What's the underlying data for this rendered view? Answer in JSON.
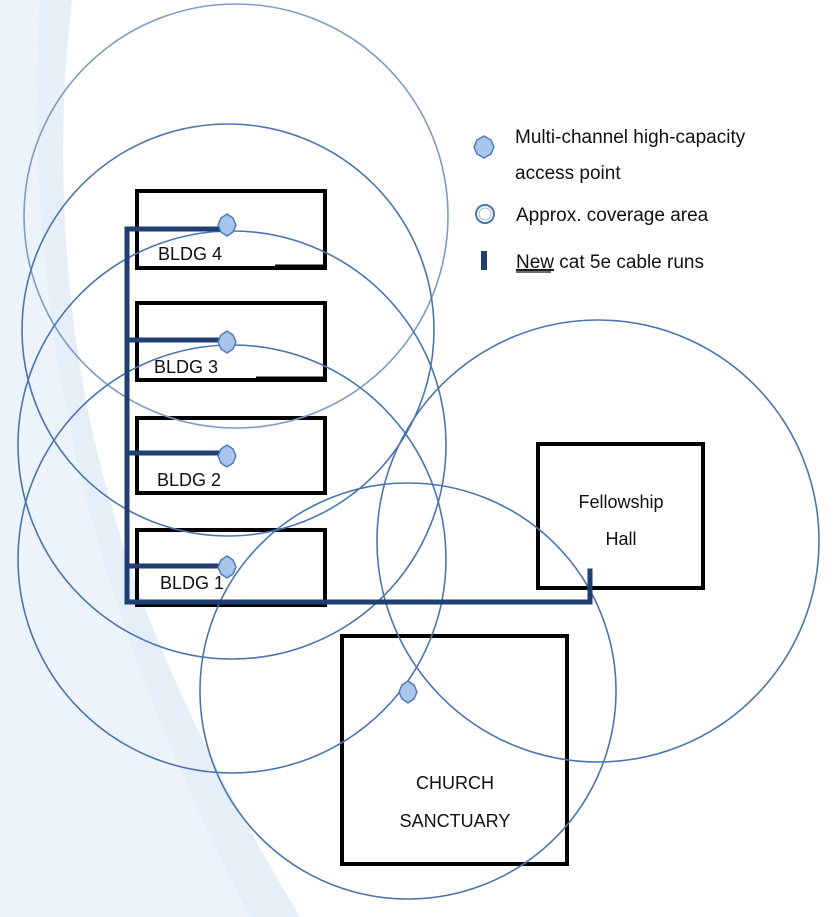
{
  "buildings": [
    {
      "id": "bldg4",
      "label": "BLDG 4"
    },
    {
      "id": "bldg3",
      "label": "BLDG 3"
    },
    {
      "id": "bldg2",
      "label": "BLDG 2"
    },
    {
      "id": "bldg1",
      "label": "BLDG 1"
    }
  ],
  "fellowship_hall": {
    "line1": "Fellowship",
    "line2": "Hall"
  },
  "church": {
    "line1": "CHURCH",
    "line2": "SANCTUARY"
  },
  "legend": {
    "access_point_line1": "Multi-channel high-capacity",
    "access_point_line2": "access point",
    "coverage": "Approx. coverage area",
    "cable_underlined": "New",
    "cable_rest": " cat 5e cable runs"
  },
  "colors": {
    "cable": "#1f3f73",
    "circle": "#4a76ad",
    "ap_fill": "#a8c6ec",
    "ap_stroke": "#4f7bb8",
    "background_swoosh": "#e6eef7"
  }
}
